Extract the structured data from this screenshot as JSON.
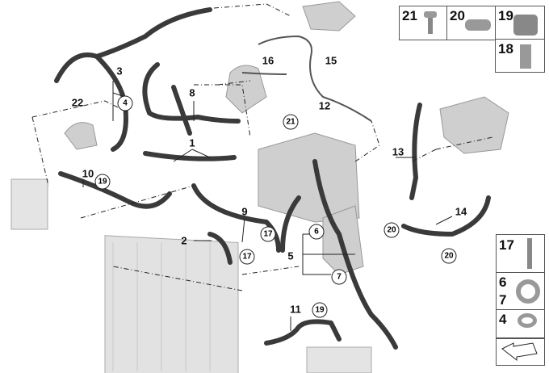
{
  "diagram": {
    "callouts": [
      {
        "id": "1",
        "style": "plain"
      },
      {
        "id": "2",
        "style": "plain"
      },
      {
        "id": "3",
        "style": "plain"
      },
      {
        "id": "4",
        "style": "circle"
      },
      {
        "id": "5",
        "style": "plain"
      },
      {
        "id": "6",
        "style": "circle"
      },
      {
        "id": "7",
        "style": "circle"
      },
      {
        "id": "8",
        "style": "plain"
      },
      {
        "id": "9",
        "style": "plain"
      },
      {
        "id": "10",
        "style": "plain"
      },
      {
        "id": "11",
        "style": "plain"
      },
      {
        "id": "12",
        "style": "plain"
      },
      {
        "id": "13",
        "style": "plain"
      },
      {
        "id": "14",
        "style": "plain"
      },
      {
        "id": "15",
        "style": "plain"
      },
      {
        "id": "16",
        "style": "plain"
      },
      {
        "id": "17",
        "style": "circle"
      },
      {
        "id": "18",
        "style": "circle"
      },
      {
        "id": "19",
        "style": "circle"
      },
      {
        "id": "19",
        "style": "circle"
      },
      {
        "id": "20",
        "style": "circle"
      },
      {
        "id": "20",
        "style": "circle"
      },
      {
        "id": "21",
        "style": "circle"
      },
      {
        "id": "22",
        "style": "plain"
      }
    ]
  },
  "parts_panel_top": [
    "21",
    "20",
    "19",
    "18"
  ],
  "parts_panel_right": [
    "17",
    "6",
    "7",
    "4"
  ],
  "colors": {
    "hose": "#3a3a3a",
    "component": "#c8c8c8",
    "line": "#222222"
  }
}
